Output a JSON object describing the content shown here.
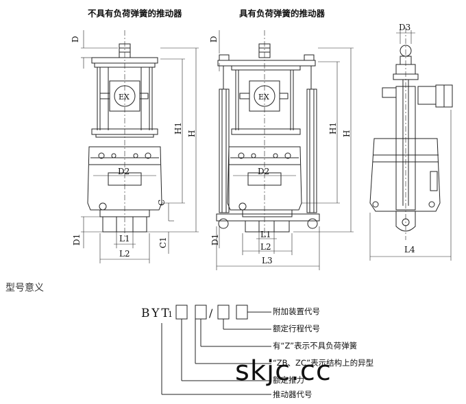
{
  "titles": {
    "left": "不具有负荷弹簧的推动器",
    "right": "具有负荷弹簧的推动器"
  },
  "labels": {
    "D": "D",
    "H": "H",
    "H1": "H1",
    "C": "C",
    "C1": "C1",
    "D1": "D1",
    "D2": "D2",
    "D3": "D3",
    "L1": "L1",
    "L2": "L2",
    "L3": "L3",
    "L4": "L4",
    "EX": "EX"
  },
  "section_title": "型号意义",
  "model": {
    "prefix": "BYT",
    "sub": "1",
    "slash": "/"
  },
  "annotations": {
    "a1": "附加装置代号",
    "a2": "额定行程代号",
    "a3": "有“Z”表示不具负荷弹簧",
    "a4": "“ZB、ZC”表示结构上的异型",
    "a5": "额定推力",
    "a6": "推动器代号"
  },
  "watermark": "skjc.cc"
}
